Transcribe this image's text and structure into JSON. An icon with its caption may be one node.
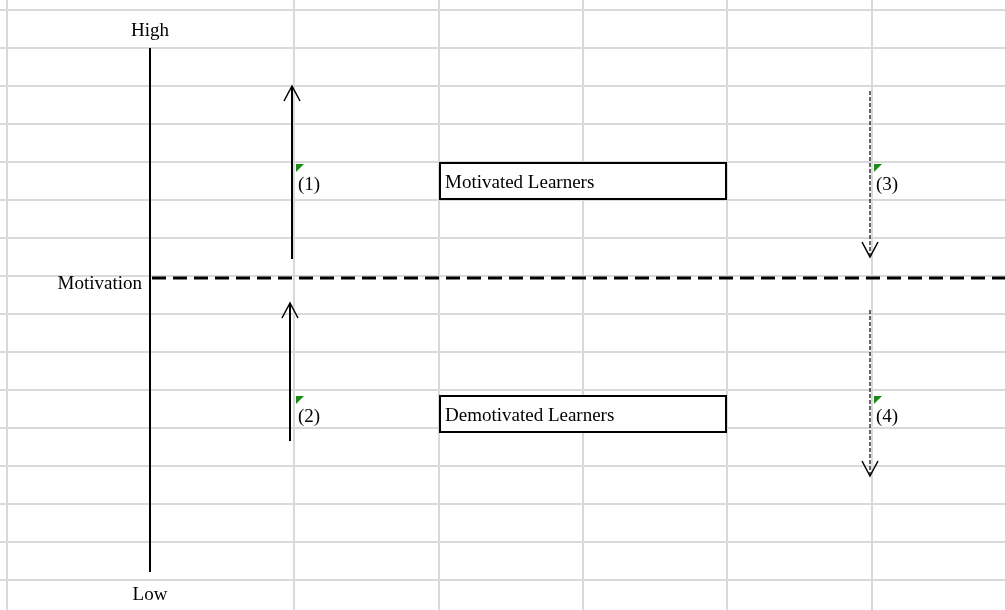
{
  "diagram": {
    "nodes": [
      {
        "text": [
          "Motivated Learners"
        ]
      },
      {
        "text": [
          "Demotivated Learners"
        ]
      }
    ],
    "edges": [],
    "labels": [
      "High",
      "(1)",
      "(3)",
      "Motivation",
      "(2)",
      "(4)",
      "Low"
    ]
  }
}
